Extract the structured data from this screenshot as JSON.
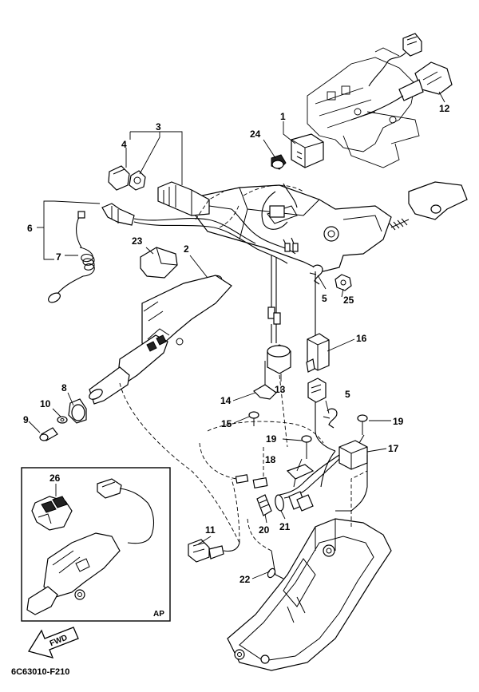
{
  "callouts": [
    {
      "id": "c1",
      "text": "1"
    },
    {
      "id": "c2",
      "text": "2"
    },
    {
      "id": "c3",
      "text": "3"
    },
    {
      "id": "c4",
      "text": "4"
    },
    {
      "id": "c5a",
      "text": "5"
    },
    {
      "id": "c5b",
      "text": "5"
    },
    {
      "id": "c6",
      "text": "6"
    },
    {
      "id": "c7",
      "text": "7"
    },
    {
      "id": "c8",
      "text": "8"
    },
    {
      "id": "c9",
      "text": "9"
    },
    {
      "id": "c10",
      "text": "10"
    },
    {
      "id": "c11",
      "text": "11"
    },
    {
      "id": "c12",
      "text": "12"
    },
    {
      "id": "c13",
      "text": "13"
    },
    {
      "id": "c14",
      "text": "14"
    },
    {
      "id": "c15",
      "text": "15"
    },
    {
      "id": "c16",
      "text": "16"
    },
    {
      "id": "c17",
      "text": "17"
    },
    {
      "id": "c18",
      "text": "18"
    },
    {
      "id": "c19a",
      "text": "19"
    },
    {
      "id": "c19b",
      "text": "19"
    },
    {
      "id": "c20",
      "text": "20"
    },
    {
      "id": "c21",
      "text": "21"
    },
    {
      "id": "c22",
      "text": "22"
    },
    {
      "id": "c23",
      "text": "23"
    },
    {
      "id": "c24",
      "text": "24"
    },
    {
      "id": "c25",
      "text": "25"
    },
    {
      "id": "c26",
      "text": "26"
    }
  ],
  "inset": {
    "callout": "26",
    "region_label": "AP"
  },
  "fwd_label": "FWD",
  "drawing_code": "6C63010-F210"
}
